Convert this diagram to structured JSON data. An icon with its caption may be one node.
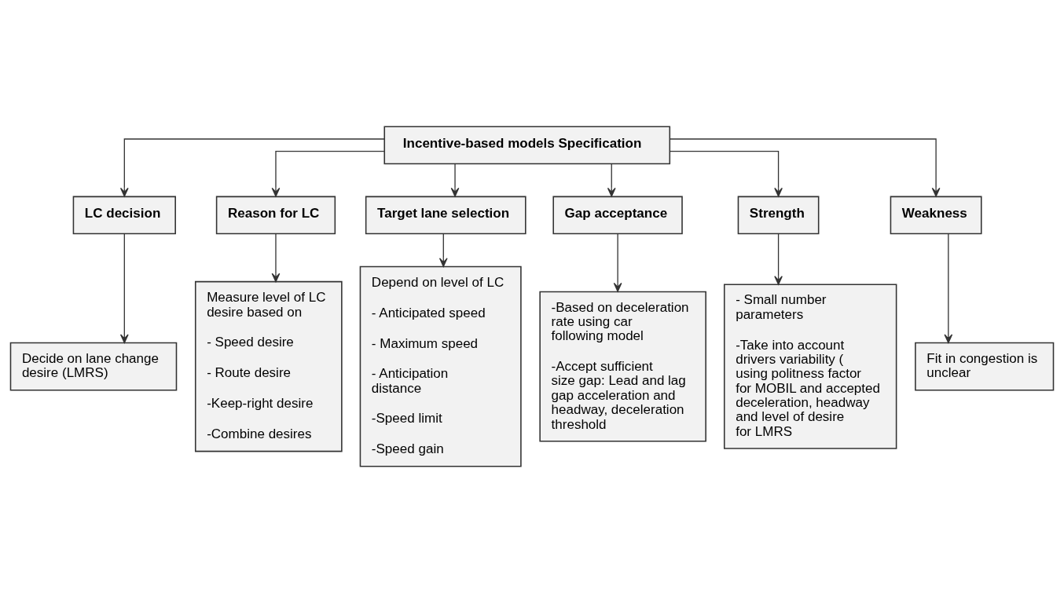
{
  "diagram": {
    "nodes": [
      {
        "text": [
          "Incentive-based models Specification"
        ]
      },
      {
        "text": [
          "LC decision"
        ]
      },
      {
        "text": [
          "Reason for LC"
        ]
      },
      {
        "text": [
          "Target lane selection"
        ]
      },
      {
        "text": [
          "Gap acceptance"
        ]
      },
      {
        "text": [
          "Strength"
        ]
      },
      {
        "text": [
          "Weakness"
        ]
      },
      {
        "text": [
          "Decide on lane change desire (LMRS)"
        ]
      },
      {
        "text": [
          "Measure level of LC desire based on",
          "- Speed desire",
          "- Route desire",
          "-Keep-right desire",
          "-Combine desires"
        ]
      },
      {
        "text": [
          "Depend on level of LC",
          "- Anticipated speed",
          "- Maximum speed",
          "- Anticipation distance",
          "-Speed limit",
          "-Speed gain"
        ]
      },
      {
        "text": [
          "-Based on deceleration rate using car following model",
          "-Accept sufficient size gap: Lead and lag gap acceleration and headway, deceleration threshold"
        ]
      },
      {
        "text": [
          "- Small number parameters",
          "-Take into account drivers variability ( using politness factor for MOBIL and accepted deceleration, headway and level of desire for LMRS"
        ]
      },
      {
        "text": [
          "Fit in congestion is unclear"
        ]
      }
    ],
    "edges": [
      {
        "from": 0,
        "to": 1,
        "arrow": "to"
      },
      {
        "from": 0,
        "to": 2,
        "arrow": "to"
      },
      {
        "from": 0,
        "to": 3,
        "arrow": "to"
      },
      {
        "from": 0,
        "to": 4,
        "arrow": "to"
      },
      {
        "from": 0,
        "to": 5,
        "arrow": "to"
      },
      {
        "from": 0,
        "to": 6,
        "arrow": "to"
      },
      {
        "from": 1,
        "to": 7,
        "arrow": "to"
      },
      {
        "from": 2,
        "to": 8,
        "arrow": "to"
      },
      {
        "from": 3,
        "to": 9,
        "arrow": "to"
      },
      {
        "from": 4,
        "to": 10,
        "arrow": "to"
      },
      {
        "from": 5,
        "to": 11,
        "arrow": "to"
      },
      {
        "from": 6,
        "to": 12,
        "arrow": "to"
      }
    ]
  }
}
